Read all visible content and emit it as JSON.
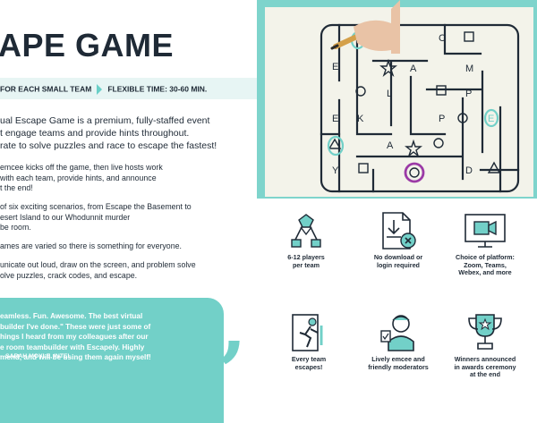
{
  "header": {
    "title": "APE GAME",
    "banner_left": "FOR EACH SMALL TEAM",
    "banner_right": "FLEXIBLE TIME: 30-60 MIN."
  },
  "intro": "ual Escape Game is a premium, fully-staffed event\nt engage teams and provide hints throughout.\nrate to solve puzzles and race to escape the fastest!",
  "paragraphs": [
    "emcee kicks off the game, then live hosts work\nwith each team, provide hints, and announce\nt the end!",
    "of six exciting scenarios, from Escape the Basement to\nesert Island to our Whodunnit murder\nbe room.",
    "ames are varied so there is something for everyone.",
    "unicate out loud, draw on the screen, and problem solve\nolve puzzles, crack codes, and escape."
  ],
  "testimonial": {
    "text": "eamless. Fun. Awesome. The best virtual\nbuilder I've done.\" These were just some of\nhings I heard from my colleagues after our\ne room teambuilder with Escapely. Highly\nmend, and will be using them again myself!",
    "author": "-  SARAH MOYLE, INTEL"
  },
  "maze": {
    "letters": [
      "S",
      "C",
      "E",
      "A",
      "M",
      "L",
      "P",
      "E",
      "K",
      "P",
      "E",
      "A",
      "Y",
      "D",
      "O"
    ]
  },
  "features": [
    {
      "label": "6-12 players\nper team",
      "icon": "team-hands-icon"
    },
    {
      "label": "No download or\nlogin required",
      "icon": "download-blocked-icon"
    },
    {
      "label": "Choice of platform:\nZoom, Teams,\nWebex, and more",
      "icon": "video-platform-icon"
    },
    {
      "label": "Every team\nescapes!",
      "icon": "running-exit-icon"
    },
    {
      "label": "Lively emcee and\nfriendly moderators",
      "icon": "host-moderator-icon"
    },
    {
      "label": "Winners announced\nin awards ceremony\nat the end",
      "icon": "trophy-icon"
    }
  ],
  "colors": {
    "accent": "#72d0c8",
    "ink": "#1f2a36",
    "highlight_purple": "#9b3aa6"
  }
}
